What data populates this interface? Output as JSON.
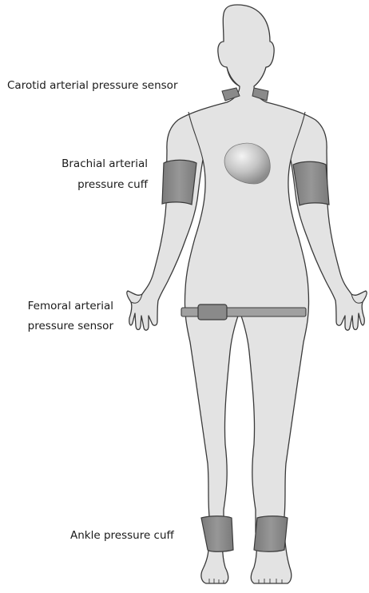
{
  "diagram": {
    "labels": {
      "carotid": "Carotid arterial pressure sensor",
      "brachial_line1": "Brachial arterial",
      "brachial_line2": "pressure cuff",
      "femoral_line1": "Femoral arterial",
      "femoral_line2": "pressure sensor",
      "ankle": "Ankle pressure cuff"
    },
    "colors": {
      "body_fill": "#e3e3e3",
      "outline": "#3a3a3a",
      "cuff_fill": "#8a8a8a",
      "heart_fill": "#b8b8b8"
    }
  }
}
